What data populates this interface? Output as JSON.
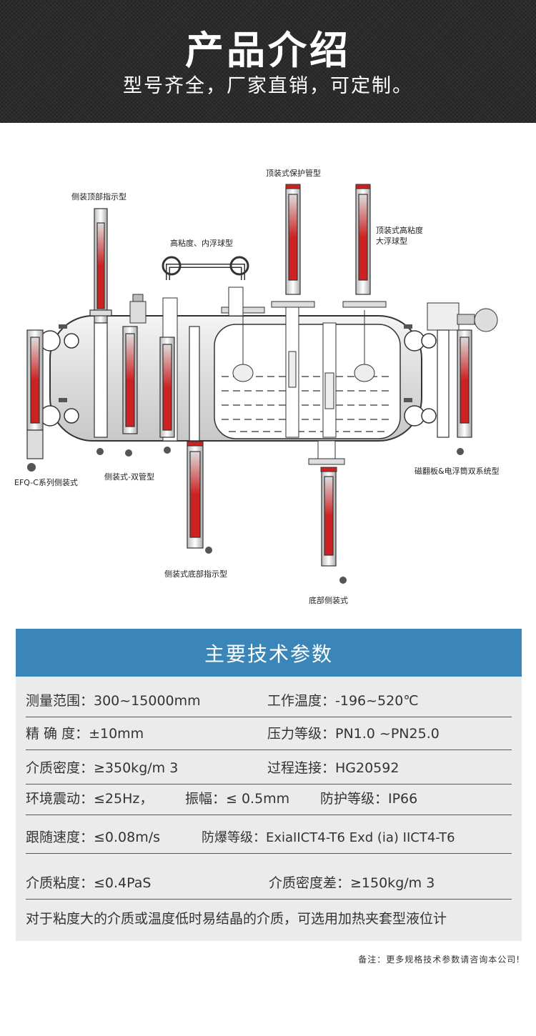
{
  "header": {
    "title": "产品介绍",
    "subtitle": "型号齐全，厂家直销，可定制。"
  },
  "diagram": {
    "labels": {
      "side_top": "侧装顶部指示型",
      "high_viscosity": "高粘度、内浮球型",
      "top_protect": "顶装式保护管型",
      "top_high_viscosity": "顶装式高粘度",
      "top_high_viscosity_2": "大浮球型",
      "efq": "EFQ-C系列侧装式",
      "side_double": "侧装式-双管型",
      "side_bottom": "侧装式底部指示型",
      "bottom_side": "底部侧装式",
      "magnetic_electric": "磁翻板&电浮筒双系统型"
    }
  },
  "specs": {
    "title": "主要技术参数",
    "rows": [
      {
        "a": "测量范围：300~15000mm",
        "b": "工作温度：-196~520℃"
      },
      {
        "a": "精 确 度：±10mm",
        "b": "压力等级：PN1.0 ~PN25.0"
      },
      {
        "a": "介质密度：≥350kg/m 3",
        "b": "过程连接：HG20592"
      },
      {
        "a": "环境震动：≤25Hz，",
        "b": "振幅：≤ 0.5mm",
        "c": "防护等级：IP66"
      },
      {
        "a": "跟随速度：≤0.08m/s",
        "b": "防爆等级：ExiaIICT4-T6 Exd (ia) IICT4-T6"
      },
      {
        "a": "介质粘度：≤0.4PaS",
        "b": "介质密度差：≥150kg/m 3"
      },
      {
        "a": "对于粘度大的介质或温度低时易结晶的介质，可选用加热夹套型液位计"
      }
    ]
  },
  "note": "备注：更多规格技术参数请咨询本公司!"
}
